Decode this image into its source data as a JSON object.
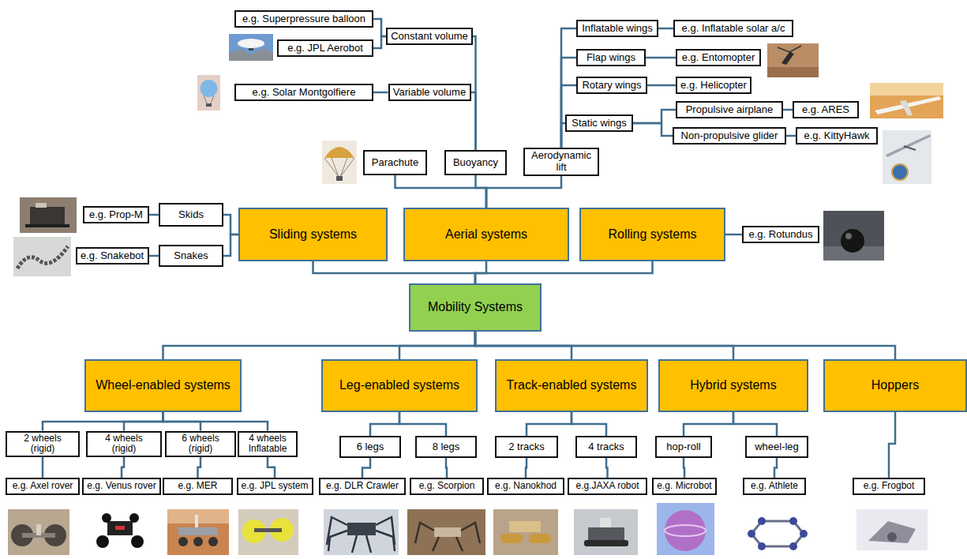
{
  "diagram": {
    "nodes": [
      {
        "text": [
          "e.g. Superpressure balloon"
        ]
      },
      {
        "text": [
          "Constant volume"
        ]
      },
      {
        "text": [
          "e.g. JPL Aerobot"
        ]
      },
      {
        "text": [
          "e.g. Solar Montgolfiere"
        ]
      },
      {
        "text": [
          "Variable volume"
        ]
      },
      {
        "text": [
          "Inflatable wings"
        ]
      },
      {
        "text": [
          "e.g. Inflatable solar a/c"
        ]
      },
      {
        "text": [
          "Flap wings"
        ]
      },
      {
        "text": [
          "e.g. Entomopter"
        ]
      },
      {
        "text": [
          "Rotary wings"
        ]
      },
      {
        "text": [
          "e.g. Helicopter"
        ]
      },
      {
        "text": [
          "Static wings"
        ]
      },
      {
        "text": [
          "Propulsive airplane"
        ]
      },
      {
        "text": [
          "e.g. ARES"
        ]
      },
      {
        "text": [
          "Non-propulsive glider"
        ]
      },
      {
        "text": [
          "e.g. KittyHawk"
        ]
      },
      {
        "text": [
          "Parachute"
        ]
      },
      {
        "text": [
          "Buoyancy"
        ]
      },
      {
        "text": [
          "Aerodynamic lift"
        ]
      },
      {
        "text": [
          "e.g. Prop-M"
        ]
      },
      {
        "text": [
          "Skids"
        ]
      },
      {
        "text": [
          "e.g. Snakebot"
        ]
      },
      {
        "text": [
          "Snakes"
        ]
      },
      {
        "text": [
          "Sliding systems"
        ]
      },
      {
        "text": [
          "Aerial systems"
        ]
      },
      {
        "text": [
          "Rolling systems"
        ]
      },
      {
        "text": [
          "e.g. Rotundus"
        ]
      },
      {
        "text": [
          "Mobility Systems"
        ]
      },
      {
        "text": [
          "Wheel-enabled systems"
        ]
      },
      {
        "text": [
          "Leg-enabled systems"
        ]
      },
      {
        "text": [
          "Track-enabled systems"
        ]
      },
      {
        "text": [
          "Hybrid systems"
        ]
      },
      {
        "text": [
          "Hoppers"
        ]
      },
      {
        "text": [
          "2 wheels (rigid)"
        ]
      },
      {
        "text": [
          "4 wheels (rigid)"
        ]
      },
      {
        "text": [
          "6 wheels (rigid)"
        ]
      },
      {
        "text": [
          "4 wheels Inflatable"
        ]
      },
      {
        "text": [
          "6 legs"
        ]
      },
      {
        "text": [
          "8 legs"
        ]
      },
      {
        "text": [
          "2 tracks"
        ]
      },
      {
        "text": [
          "4 tracks"
        ]
      },
      {
        "text": [
          "hop-roll"
        ]
      },
      {
        "text": [
          "wheel-leg"
        ]
      },
      {
        "text": [
          "e.g. Axel rover"
        ]
      },
      {
        "text": [
          "e.g. Venus rover"
        ]
      },
      {
        "text": [
          "e.g. MER"
        ]
      },
      {
        "text": [
          "e.g. JPL system"
        ]
      },
      {
        "text": [
          "e.g. DLR Crawler"
        ]
      },
      {
        "text": [
          "e.g. Scorpion"
        ]
      },
      {
        "text": [
          "e.g. Nanokhod"
        ]
      },
      {
        "text": [
          "e.g.JAXA robot"
        ]
      },
      {
        "text": [
          "e.g. Microbot"
        ]
      },
      {
        "text": [
          "e.g. Athlete"
        ]
      },
      {
        "text": [
          "e.g. Frogbot"
        ]
      }
    ],
    "edges": [
      {
        "from": 27,
        "to": 23,
        "arrow": "none"
      },
      {
        "from": 27,
        "to": 24,
        "arrow": "none"
      },
      {
        "from": 27,
        "to": 25,
        "arrow": "none"
      },
      {
        "from": 27,
        "to": 28,
        "arrow": "none"
      },
      {
        "from": 27,
        "to": 29,
        "arrow": "none"
      },
      {
        "from": 27,
        "to": 30,
        "arrow": "none"
      },
      {
        "from": 27,
        "to": 31,
        "arrow": "none"
      },
      {
        "from": 27,
        "to": 32,
        "arrow": "none"
      },
      {
        "from": 24,
        "to": 16,
        "arrow": "none"
      },
      {
        "from": 24,
        "to": 17,
        "arrow": "none"
      },
      {
        "from": 24,
        "to": 18,
        "arrow": "none"
      },
      {
        "from": 17,
        "to": 1,
        "arrow": "none"
      },
      {
        "from": 17,
        "to": 4,
        "arrow": "none"
      },
      {
        "from": 1,
        "to": 0,
        "arrow": "none"
      },
      {
        "from": 1,
        "to": 2,
        "arrow": "none"
      },
      {
        "from": 4,
        "to": 3,
        "arrow": "none"
      },
      {
        "from": 18,
        "to": 5,
        "arrow": "none"
      },
      {
        "from": 18,
        "to": 7,
        "arrow": "none"
      },
      {
        "from": 18,
        "to": 9,
        "arrow": "none"
      },
      {
        "from": 18,
        "to": 11,
        "arrow": "none"
      },
      {
        "from": 5,
        "to": 6,
        "arrow": "none"
      },
      {
        "from": 7,
        "to": 8,
        "arrow": "none"
      },
      {
        "from": 9,
        "to": 10,
        "arrow": "none"
      },
      {
        "from": 11,
        "to": 12,
        "arrow": "none"
      },
      {
        "from": 11,
        "to": 14,
        "arrow": "none"
      },
      {
        "from": 12,
        "to": 13,
        "arrow": "none"
      },
      {
        "from": 14,
        "to": 15,
        "arrow": "none"
      },
      {
        "from": 23,
        "to": 20,
        "arrow": "none"
      },
      {
        "from": 23,
        "to": 22,
        "arrow": "none"
      },
      {
        "from": 20,
        "to": 19,
        "arrow": "none"
      },
      {
        "from": 22,
        "to": 21,
        "arrow": "none"
      },
      {
        "from": 25,
        "to": 26,
        "arrow": "none"
      },
      {
        "from": 28,
        "to": 33,
        "arrow": "none"
      },
      {
        "from": 28,
        "to": 34,
        "arrow": "none"
      },
      {
        "from": 28,
        "to": 35,
        "arrow": "none"
      },
      {
        "from": 28,
        "to": 36,
        "arrow": "none"
      },
      {
        "from": 29,
        "to": 37,
        "arrow": "none"
      },
      {
        "from": 29,
        "to": 38,
        "arrow": "none"
      },
      {
        "from": 30,
        "to": 39,
        "arrow": "none"
      },
      {
        "from": 30,
        "to": 40,
        "arrow": "none"
      },
      {
        "from": 31,
        "to": 41,
        "arrow": "none"
      },
      {
        "from": 31,
        "to": 42,
        "arrow": "none"
      },
      {
        "from": 32,
        "to": 53,
        "arrow": "none"
      },
      {
        "from": 33,
        "to": 43,
        "arrow": "none"
      },
      {
        "from": 34,
        "to": 44,
        "arrow": "none"
      },
      {
        "from": 35,
        "to": 45,
        "arrow": "none"
      },
      {
        "from": 36,
        "to": 46,
        "arrow": "none"
      },
      {
        "from": 37,
        "to": 47,
        "arrow": "none"
      },
      {
        "from": 38,
        "to": 48,
        "arrow": "none"
      },
      {
        "from": 39,
        "to": 49,
        "arrow": "none"
      },
      {
        "from": 40,
        "to": 50,
        "arrow": "none"
      },
      {
        "from": 41,
        "to": 51,
        "arrow": "none"
      },
      {
        "from": 42,
        "to": 52,
        "arrow": "none"
      }
    ]
  }
}
